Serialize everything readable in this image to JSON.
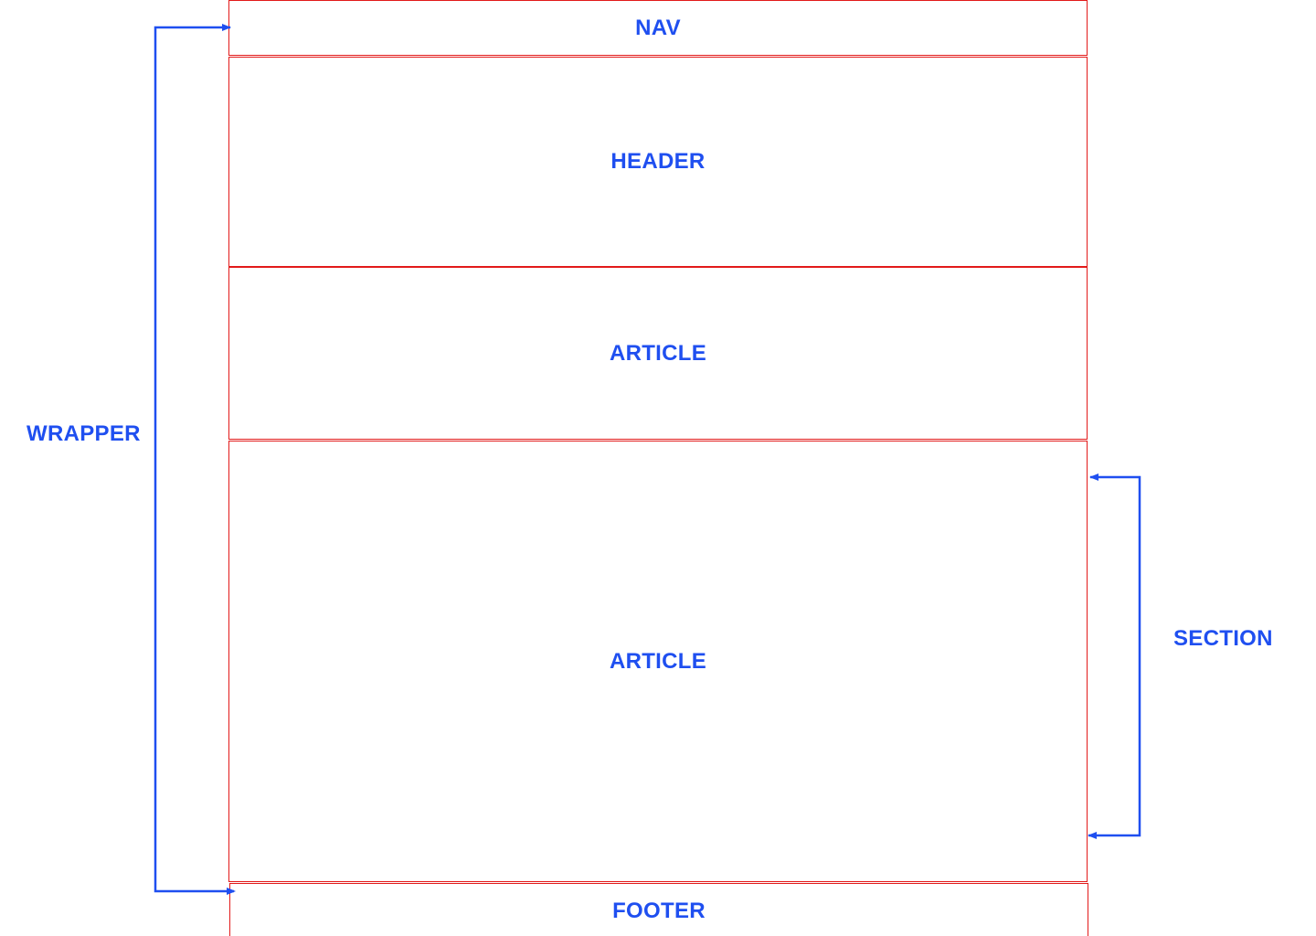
{
  "diagram": {
    "boxes": {
      "nav": "NAV",
      "header": "HEADER",
      "article_1": "ARTICLE",
      "article_2": "ARTICLE",
      "footer": "FOOTER"
    },
    "brackets": {
      "wrapper": "WRAPPER",
      "section": "SECTION"
    },
    "colors": {
      "box_border": "#e21a1a",
      "label_text": "#1f4ff0",
      "connector": "#1f4ff0",
      "background": "#ffffff"
    }
  }
}
